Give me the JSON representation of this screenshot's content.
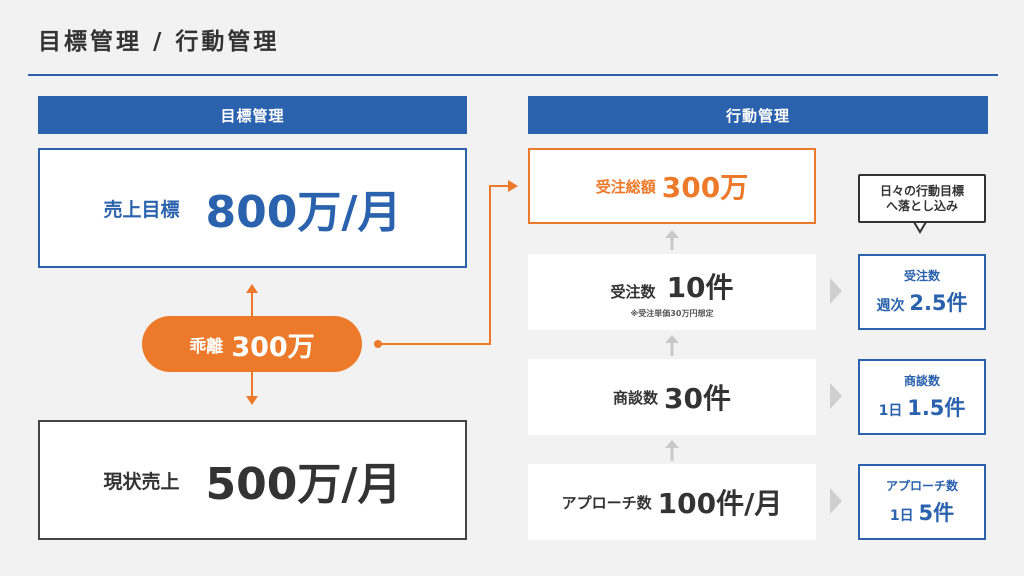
{
  "page": {
    "title": "目標管理 / 行動管理",
    "accent_color": "#2a62ad",
    "highlight_color": "#ec7a2a"
  },
  "left": {
    "header": "目標管理",
    "target": {
      "label": "売上目標",
      "value": "800万/月"
    },
    "gap": {
      "label": "乖離",
      "value": "300万"
    },
    "current": {
      "label": "現状売上",
      "value": "500万/月"
    }
  },
  "right": {
    "header": "行動管理",
    "total": {
      "label": "受注総額",
      "value": "300万"
    },
    "orders": {
      "label": "受注数",
      "value": "10件",
      "note": "※受注単価30万円想定"
    },
    "meetings": {
      "label": "商談数",
      "value": "30件"
    },
    "approaches": {
      "label": "アプローチ数",
      "value": "100件/月"
    }
  },
  "daily": {
    "bubble_line1": "日々の行動目標",
    "bubble_line2": "へ落とし込み",
    "orders": {
      "title": "受注数",
      "prefix": "週次",
      "value": "2.5件"
    },
    "meetings": {
      "title": "商談数",
      "prefix": "1日",
      "value": "1.5件"
    },
    "approaches": {
      "title": "アプローチ数",
      "prefix": "1日",
      "value": "5件"
    }
  }
}
